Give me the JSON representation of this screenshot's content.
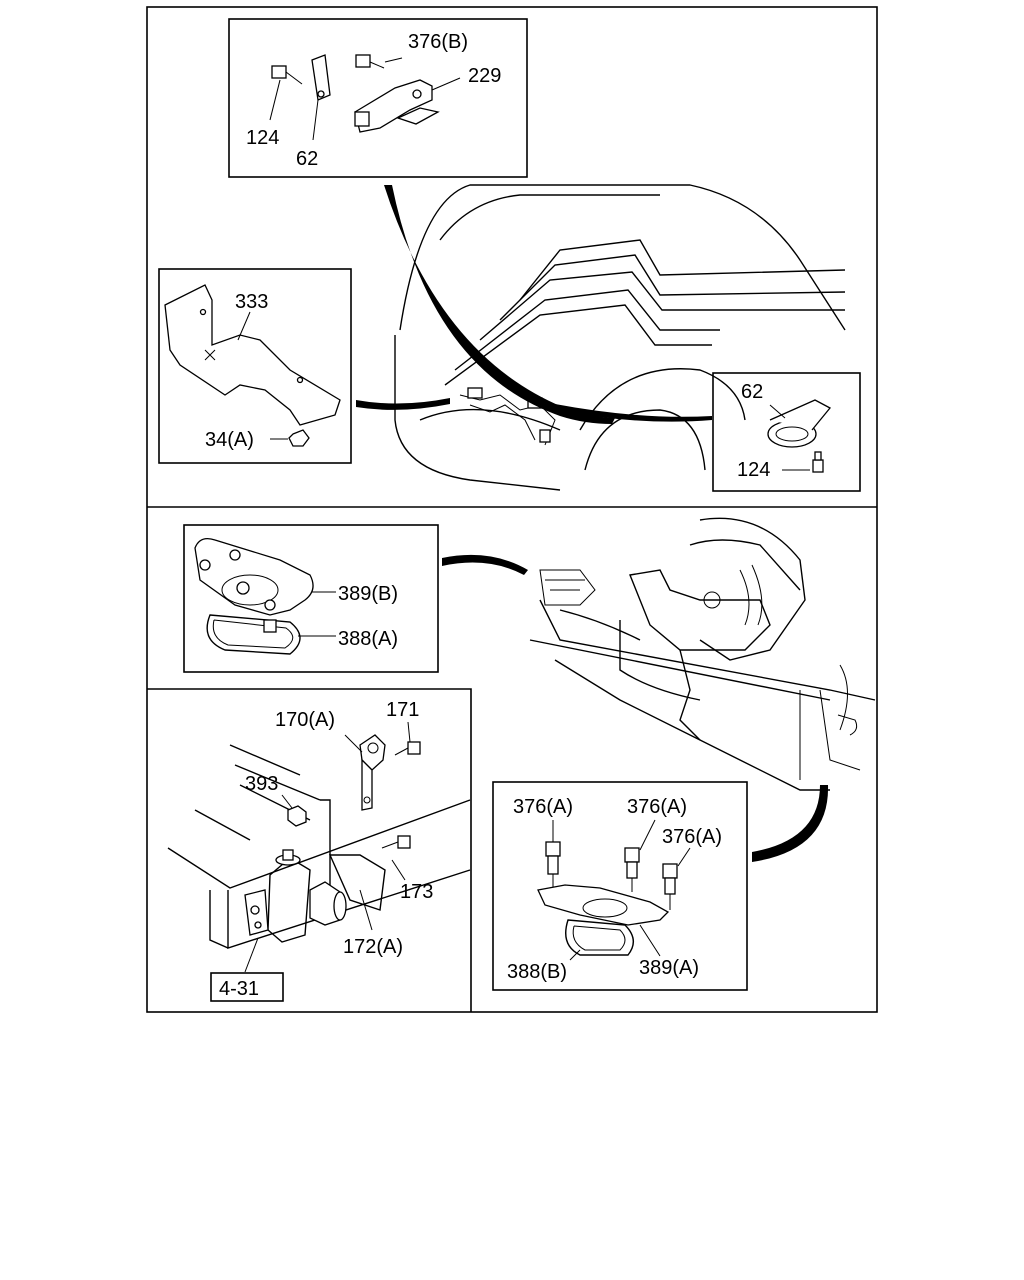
{
  "colors": {
    "ink": "#000000",
    "paper": "#ffffff"
  },
  "callouts": {
    "c376b": "376(B)",
    "c229": "229",
    "c124a": "124",
    "c62a": "62",
    "c333": "333",
    "c34a": "34(A)",
    "c62b": "62",
    "c124b": "124",
    "c389b": "389(B)",
    "c388a": "388(A)",
    "c170a": "170(A)",
    "c171": "171",
    "c393": "393",
    "c173": "173",
    "c172a": "172(A)",
    "ref431": "4-31",
    "c376a1": "376(A)",
    "c376a2": "376(A)",
    "c376a3": "376(A)",
    "c388b": "388(B)",
    "c389a": "389(A)"
  }
}
